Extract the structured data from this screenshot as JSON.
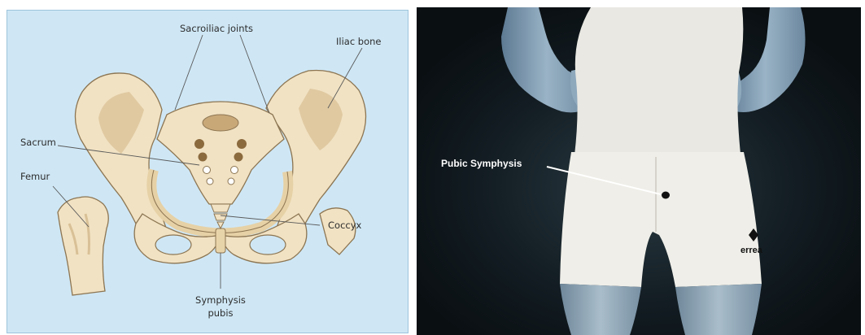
{
  "left_diagram": {
    "labels": {
      "sacroiliac_joints": "Sacroiliac joints",
      "iliac_bone": "Iliac bone",
      "sacrum": "Sacrum",
      "femur": "Femur",
      "coccyx": "Coccyx",
      "symphysis_line1": "Symphysis",
      "symphysis_line2": "pubis"
    },
    "colors": {
      "background": "#cfe7f5",
      "bone": "#f1e2c3",
      "bone_shadow": "#d9c096",
      "outline": "#8c7552"
    }
  },
  "right_photo": {
    "label": "Pubic Symphysis",
    "brand_text": "errea",
    "colors": {
      "background": "#0d1418",
      "skin": "#7d97ae",
      "garment": "#efeee8"
    }
  }
}
